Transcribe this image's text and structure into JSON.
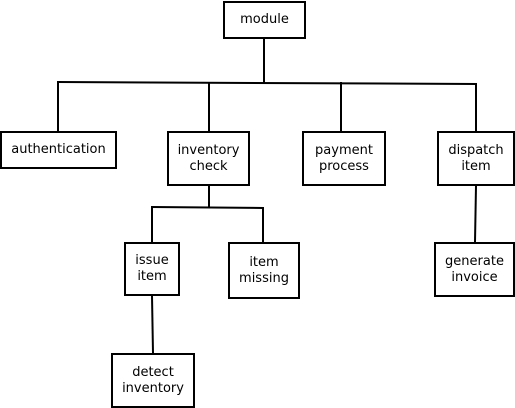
{
  "nodes": {
    "module": "module",
    "authentication": "authentication",
    "inventory_check": "inventory\ncheck",
    "payment_process": "payment\nprocess",
    "dispatch_item": "dispatch\nitem",
    "issue_item": "issue\nitem",
    "item_missing": "item\nmissing",
    "generate_invoice": "generate\ninvoice",
    "detect_inventory": "detect\ninventory"
  },
  "edges": [
    {
      "from": "module",
      "to": "authentication"
    },
    {
      "from": "module",
      "to": "inventory_check"
    },
    {
      "from": "module",
      "to": "payment_process"
    },
    {
      "from": "module",
      "to": "dispatch_item"
    },
    {
      "from": "inventory_check",
      "to": "issue_item"
    },
    {
      "from": "inventory_check",
      "to": "item_missing"
    },
    {
      "from": "dispatch_item",
      "to": "generate_invoice"
    },
    {
      "from": "issue_item",
      "to": "detect_inventory"
    }
  ],
  "colors": {
    "stroke": "#000000",
    "fill": "#ffffff",
    "text": "#000000"
  }
}
